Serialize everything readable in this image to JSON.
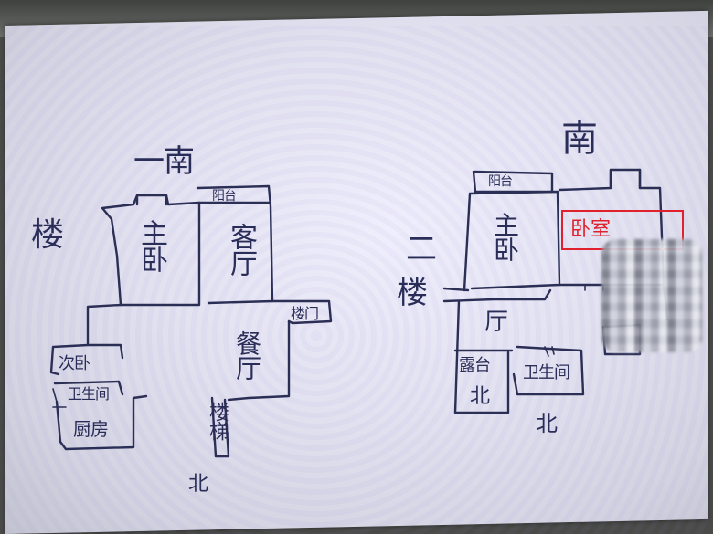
{
  "image": {
    "labels": {
      "floor1_south": "一南",
      "floor1_stairs": "楼",
      "floor1_master_bedroom": "主卧",
      "floor1_living_room": "客厅",
      "floor1_balcony": "阳台",
      "floor1_door": "楼门",
      "floor1_dining_room": "餐厅",
      "floor1_second_bedroom": "次卧",
      "floor1_bathroom": "卫生间",
      "floor1_kitchen": "厨房",
      "floor1_stairs_passage": "楼梯",
      "floor1_north": "北",
      "floor2_south": "南",
      "floor2_balcony": "阳台",
      "floor2_master_bedroom": "主卧",
      "floor2_bedroom_marked": "卧室",
      "floor2_floor_mark": "二",
      "floor2_stairs": "楼",
      "floor2_hall": "厅",
      "floor2_north_balcony": "露台",
      "floor2_north_balcony_north": "北",
      "floor2_bathroom": "卫生间",
      "floor2_north": "北"
    },
    "colors": {
      "ink": "#2a2d58",
      "highlight": "#e0202c",
      "paper": "#e6e5f2"
    }
  }
}
